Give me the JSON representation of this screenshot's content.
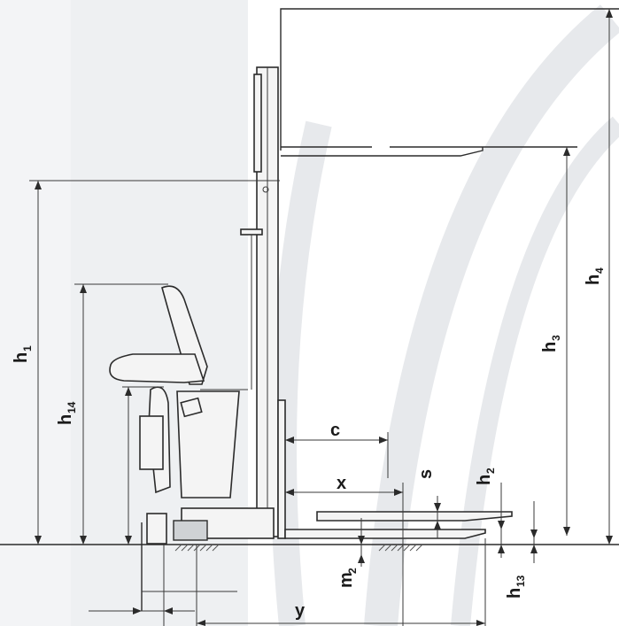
{
  "labels": {
    "h1": {
      "main": "h",
      "sub": "1"
    },
    "h14": {
      "main": "h",
      "sub": "14"
    },
    "h3": {
      "main": "h",
      "sub": "3"
    },
    "h4": {
      "main": "h",
      "sub": "4"
    },
    "h2": {
      "main": "h",
      "sub": "2"
    },
    "h13": {
      "main": "h",
      "sub": "13"
    },
    "m2": {
      "main": "m",
      "sub": "2"
    },
    "c": {
      "main": "c"
    },
    "x": {
      "main": "x"
    },
    "s": {
      "main": "s"
    },
    "y": {
      "main": "y"
    }
  },
  "colors": {
    "line": "#2b2b2b",
    "background_silhouette": "#eef0f2"
  }
}
